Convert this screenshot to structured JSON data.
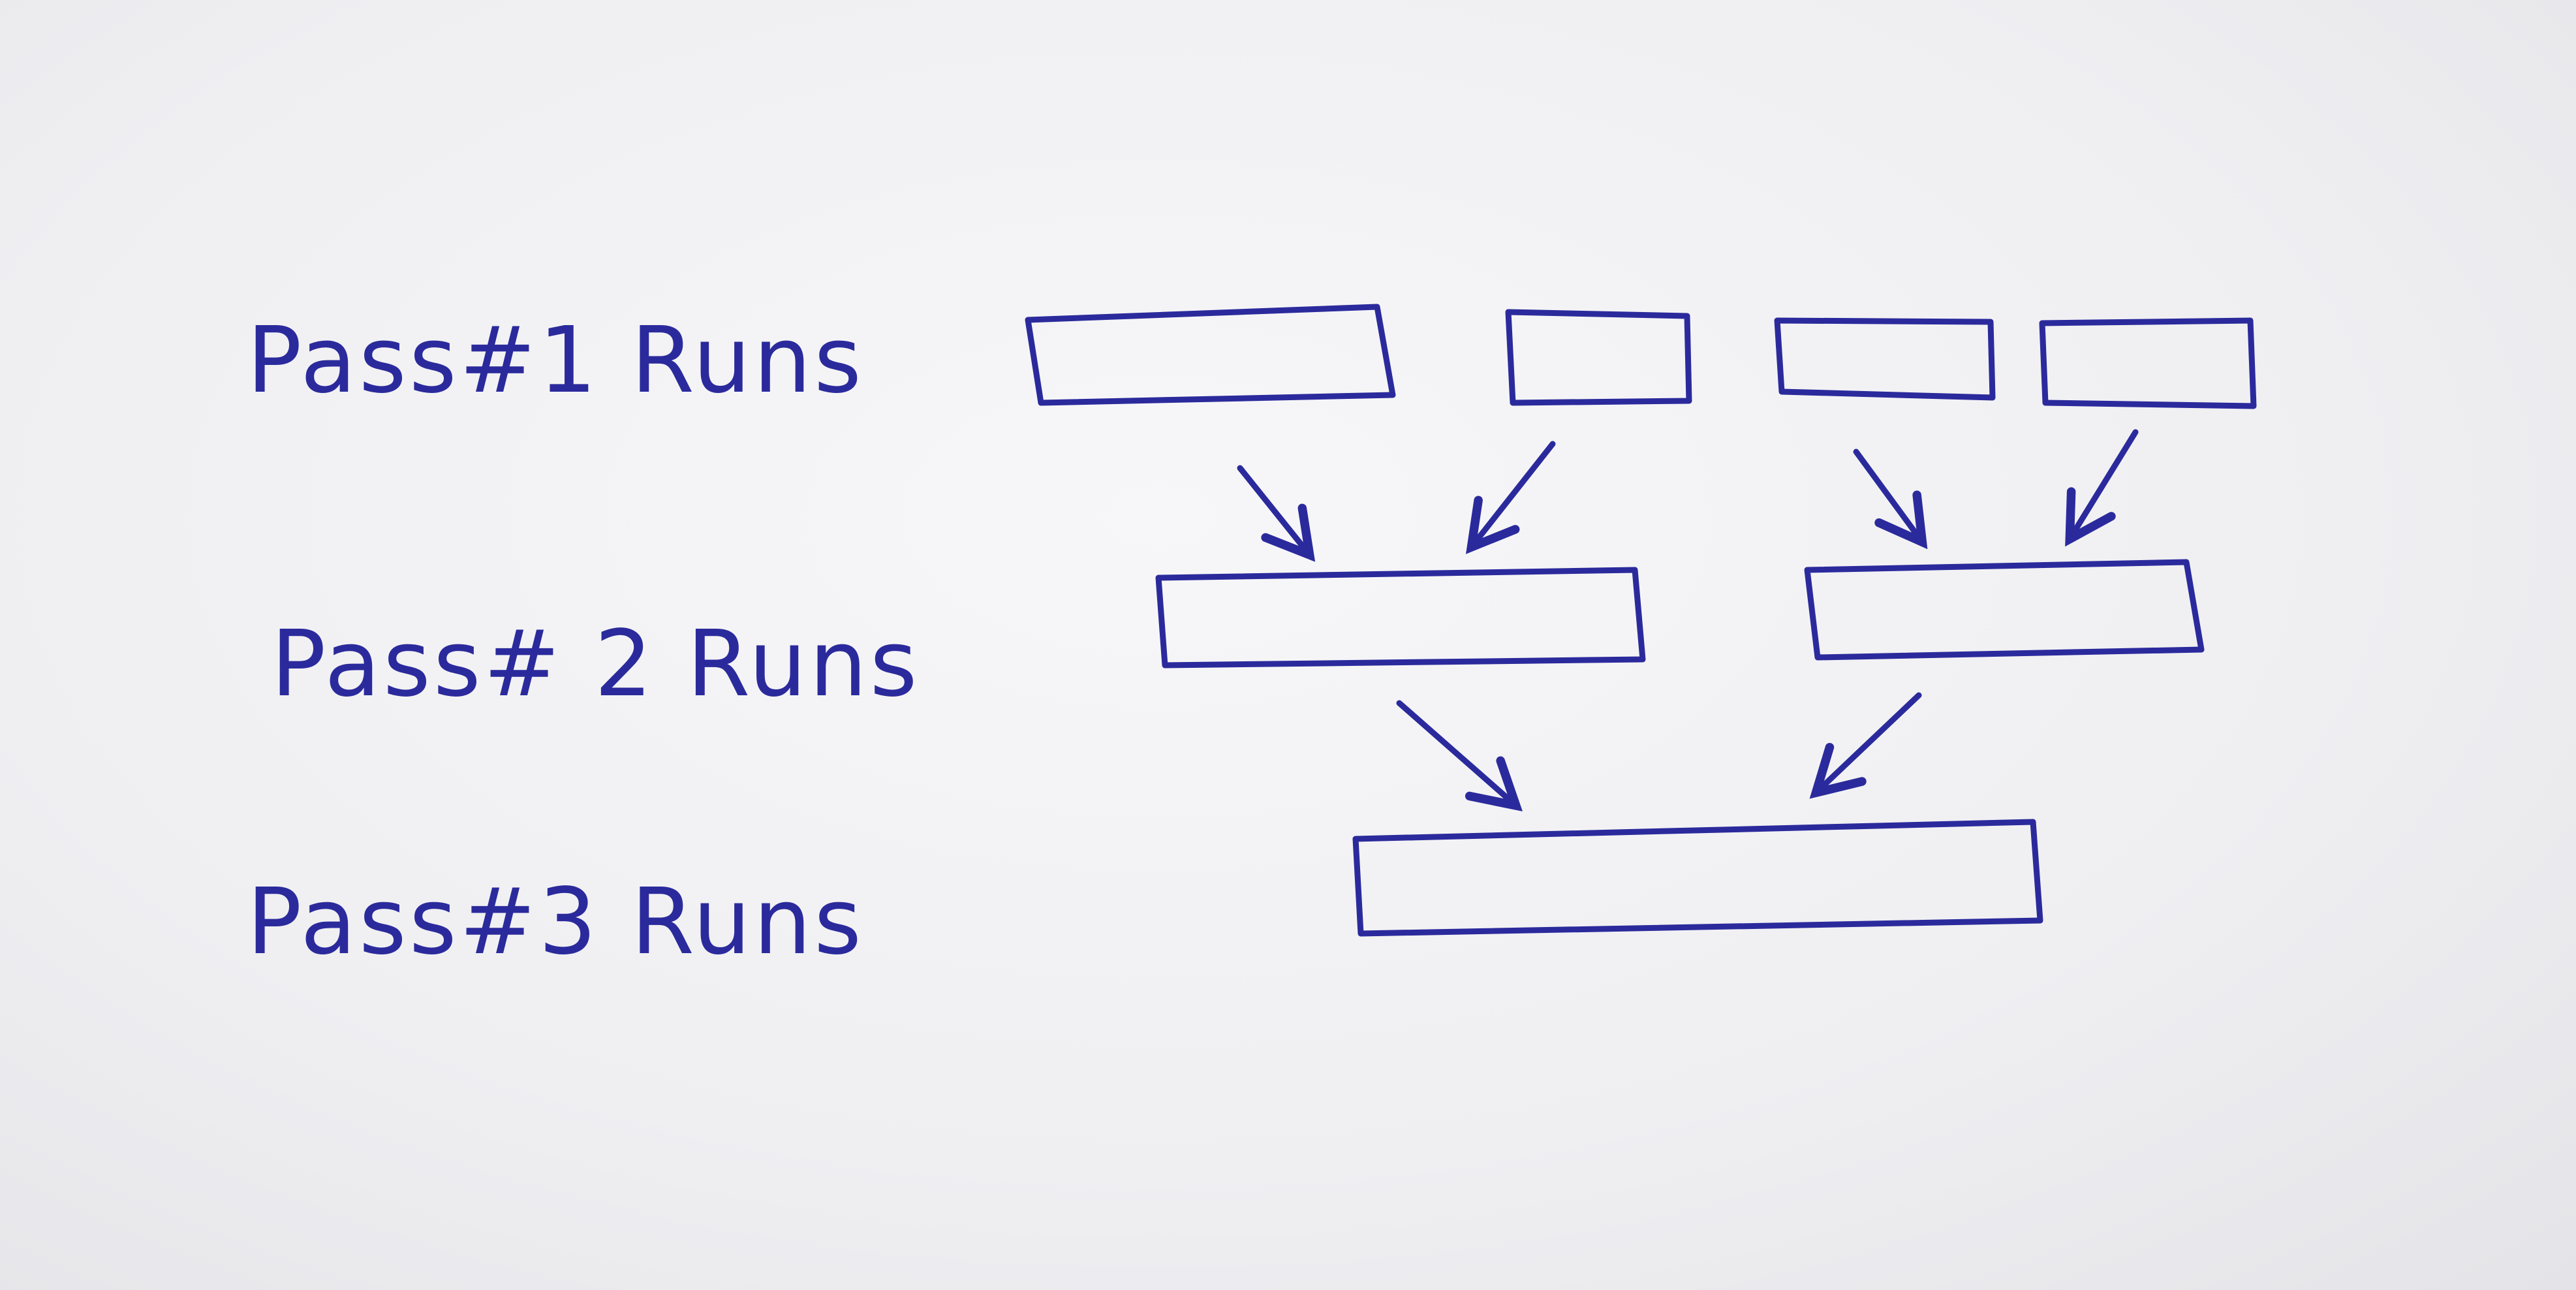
{
  "diagram": {
    "ink_color": "#2b2a9c",
    "rows": [
      {
        "label": "Pass#1 Runs",
        "runs": 4
      },
      {
        "label": "Pass# 2 Runs",
        "runs": 2
      },
      {
        "label": "Pass#3 Runs",
        "runs": 1
      }
    ]
  }
}
